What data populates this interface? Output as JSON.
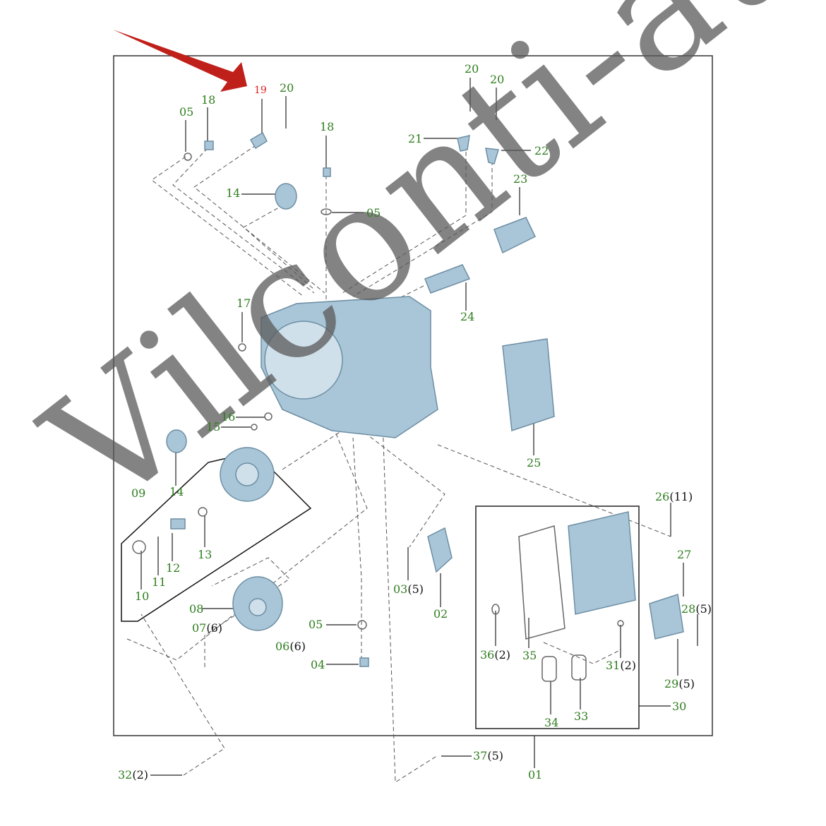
{
  "title_callout": {
    "label": "19",
    "color": "#e02020"
  },
  "watermark": "Vilconti-auto",
  "colors": {
    "label_green": "#2e7d1e",
    "part": "#a9c6d8",
    "arrow": "#c0201a"
  },
  "labels": [
    {
      "num": "19",
      "qty": ""
    },
    {
      "num": "20",
      "qty": ""
    },
    {
      "num": "18",
      "qty": ""
    },
    {
      "num": "05",
      "qty": ""
    },
    {
      "num": "20",
      "qty": ""
    },
    {
      "num": "20",
      "qty": ""
    },
    {
      "num": "21",
      "qty": ""
    },
    {
      "num": "22",
      "qty": ""
    },
    {
      "num": "18",
      "qty": ""
    },
    {
      "num": "14",
      "qty": ""
    },
    {
      "num": "05",
      "qty": ""
    },
    {
      "num": "23",
      "qty": ""
    },
    {
      "num": "24",
      "qty": ""
    },
    {
      "num": "17",
      "qty": ""
    },
    {
      "num": "25",
      "qty": ""
    },
    {
      "num": "16",
      "qty": ""
    },
    {
      "num": "15",
      "qty": ""
    },
    {
      "num": "14",
      "qty": ""
    },
    {
      "num": "09",
      "qty": ""
    },
    {
      "num": "13",
      "qty": ""
    },
    {
      "num": "12",
      "qty": ""
    },
    {
      "num": "11",
      "qty": ""
    },
    {
      "num": "10",
      "qty": ""
    },
    {
      "num": "08",
      "qty": ""
    },
    {
      "num": "07",
      "qty": "(6)"
    },
    {
      "num": "06",
      "qty": "(6)"
    },
    {
      "num": "05",
      "qty": ""
    },
    {
      "num": "04",
      "qty": ""
    },
    {
      "num": "03",
      "qty": "(5)"
    },
    {
      "num": "02",
      "qty": ""
    },
    {
      "num": "26",
      "qty": "(11)"
    },
    {
      "num": "27",
      "qty": ""
    },
    {
      "num": "28",
      "qty": "(5)"
    },
    {
      "num": "36",
      "qty": "(2)"
    },
    {
      "num": "35",
      "qty": ""
    },
    {
      "num": "31",
      "qty": "(2)"
    },
    {
      "num": "29",
      "qty": "(5)"
    },
    {
      "num": "34",
      "qty": ""
    },
    {
      "num": "33",
      "qty": ""
    },
    {
      "num": "30",
      "qty": ""
    },
    {
      "num": "32",
      "qty": "(2)"
    },
    {
      "num": "37",
      "qty": "(5)"
    },
    {
      "num": "01",
      "qty": ""
    }
  ]
}
